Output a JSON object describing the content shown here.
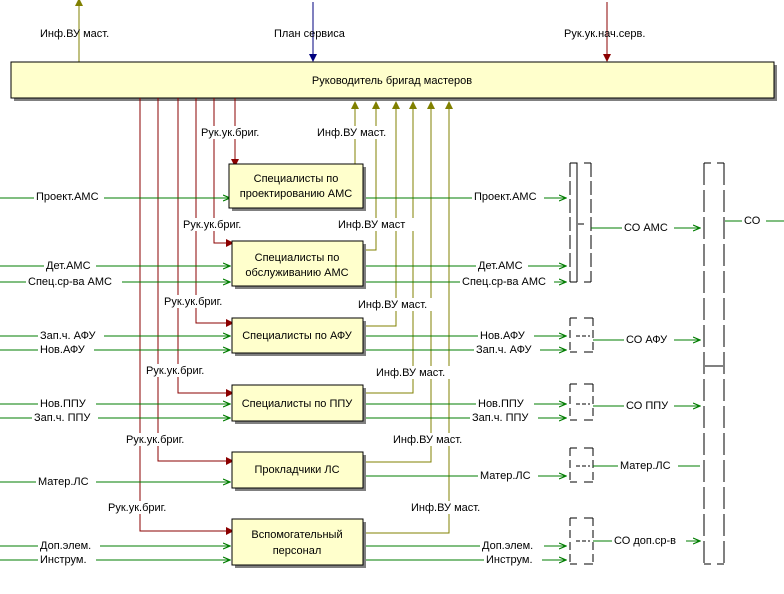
{
  "colors": {
    "box_fill": "#ffffcc",
    "green": "#007d00",
    "olive": "#808000",
    "darkred": "#8b0000",
    "navy": "#00007f",
    "shadow": "#808080"
  },
  "top_box": {
    "label": "Руководитель бригад мастеров"
  },
  "top_arrows": {
    "inf_up": "Инф.ВУ маст.",
    "plan": "План сервиса",
    "ruk_down": "Рук.ук.нач.серв."
  },
  "boxes": [
    {
      "label_line1": "Специалисты по",
      "label_line2": "проектированию АМС"
    },
    {
      "label_line1": "Специалисты по",
      "label_line2": "обслуживанию АМС"
    },
    {
      "label_line1": "Специалисты по АФУ",
      "label_line2": ""
    },
    {
      "label_line1": "Специалисты по ППУ",
      "label_line2": ""
    },
    {
      "label_line1": "Прокладчики ЛС",
      "label_line2": ""
    },
    {
      "label_line1": "Вспомогательный",
      "label_line2": "персонал"
    }
  ],
  "control_labels": [
    "Рук.ук.бриг.",
    "Рук.ук.бриг.",
    "Рук.ук.бриг.",
    "Рук.ук.бриг.",
    "Рук.ук.бриг.",
    "Рук.ук.бриг."
  ],
  "feedback_labels": [
    "Инф.ВУ маст.",
    "Инф.ВУ маст",
    "Инф.ВУ маст.",
    "Инф.ВУ маст.",
    "Инф.ВУ маст.",
    "Инф.ВУ маст."
  ],
  "inputs": {
    "b1": [
      "Проект.АМС"
    ],
    "b2": [
      "Дет.АМС",
      "Спец.ср-ва АМС"
    ],
    "b3": [
      "Зап.ч. АФУ",
      "Нов.АФУ"
    ],
    "b4": [
      "Нов.ППУ",
      "Зап.ч. ППУ"
    ],
    "b5": [
      "Матер.ЛС"
    ],
    "b6": [
      "Доп.элем.",
      "Инструм."
    ]
  },
  "outputs": {
    "b1": [
      "Проект.АМС"
    ],
    "b2": [
      "Дет.АМС",
      "Спец.ср-ва АМС"
    ],
    "b3": [
      "Нов.АФУ",
      "Зап.ч. АФУ"
    ],
    "b4": [
      "Нов.ППУ",
      "Зап.ч. ППУ"
    ],
    "b5": [
      "Матер.ЛС"
    ],
    "b6": [
      "Доп.элем.",
      "Инструм."
    ]
  },
  "junction_outputs": [
    "СО АМС",
    "СО АФУ",
    "СО ППУ",
    "Матер.ЛС",
    "СО доп.ср-в"
  ],
  "final_output": "СО"
}
